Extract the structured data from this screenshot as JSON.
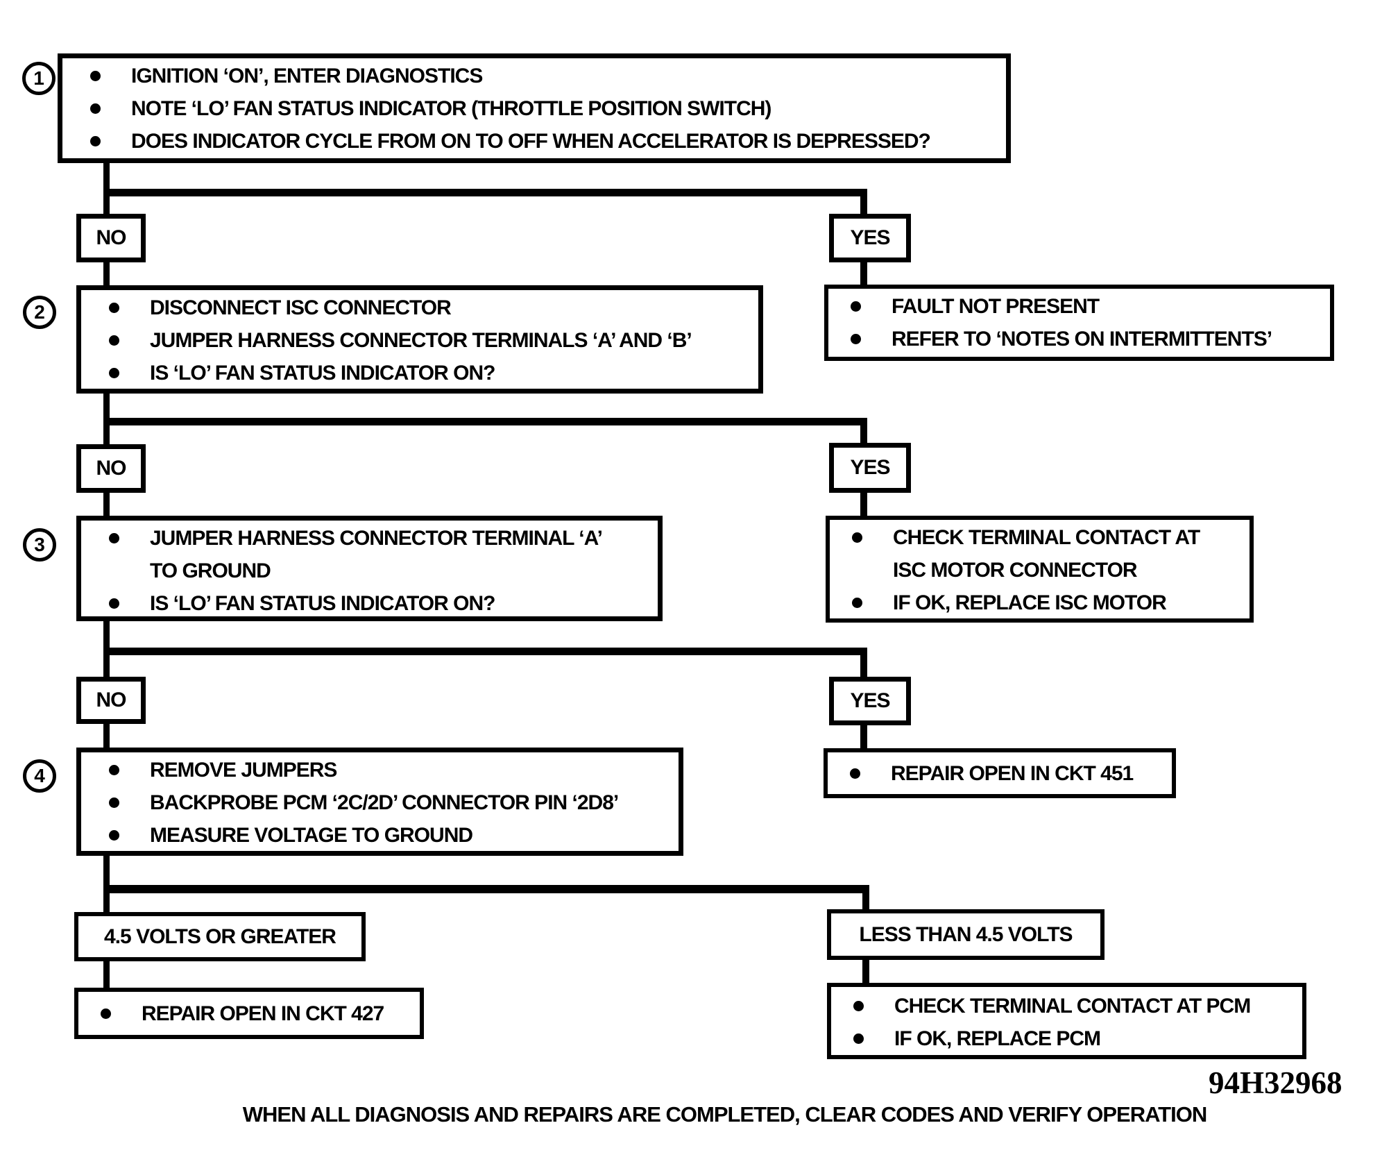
{
  "colors": {
    "ink": "#000000",
    "paper": "#ffffff"
  },
  "steps": [
    {
      "number": "1",
      "bullets": [
        "IGNITION ‘ON’, ENTER DIAGNOSTICS",
        "NOTE ‘LO’ FAN STATUS INDICATOR (THROTTLE POSITION SWITCH)",
        "DOES INDICATOR CYCLE FROM ON TO OFF WHEN ACCELERATOR IS DEPRESSED?"
      ]
    },
    {
      "number": "2",
      "bullets": [
        "DISCONNECT ISC CONNECTOR",
        "JUMPER HARNESS CONNECTOR TERMINALS ‘A’ AND ‘B’",
        "IS ‘LO’ FAN STATUS INDICATOR ON?"
      ]
    },
    {
      "number": "3",
      "bullets": [
        "JUMPER HARNESS CONNECTOR TERMINAL ‘A’\nTO GROUND",
        "IS ‘LO’ FAN STATUS INDICATOR ON?"
      ]
    },
    {
      "number": "4",
      "bullets": [
        "REMOVE JUMPERS",
        "BACKPROBE PCM ‘2C/2D’ CONNECTOR PIN ‘2D8’",
        "MEASURE VOLTAGE TO GROUND"
      ]
    }
  ],
  "branches": {
    "no": "NO",
    "yes": "YES",
    "volts_high": "4.5 VOLTS OR GREATER",
    "volts_low": "LESS THAN 4.5 VOLTS"
  },
  "results": {
    "fault_not_present": {
      "bullets": [
        "FAULT NOT PRESENT",
        "REFER TO ‘NOTES ON INTERMITTENTS’"
      ]
    },
    "isc_motor": {
      "bullets": [
        "CHECK TERMINAL CONTACT AT\nISC MOTOR CONNECTOR",
        "IF OK, REPLACE ISC MOTOR"
      ]
    },
    "ckt451": {
      "bullets": [
        "REPAIR OPEN IN CKT 451"
      ]
    },
    "ckt427": {
      "bullets": [
        "REPAIR OPEN IN CKT 427"
      ]
    },
    "pcm": {
      "bullets": [
        "CHECK TERMINAL CONTACT AT PCM",
        "IF OK, REPLACE PCM"
      ]
    }
  },
  "figure_code": "94H32968",
  "footer": "WHEN ALL DIAGNOSIS AND REPAIRS ARE COMPLETED, CLEAR CODES AND VERIFY OPERATION"
}
